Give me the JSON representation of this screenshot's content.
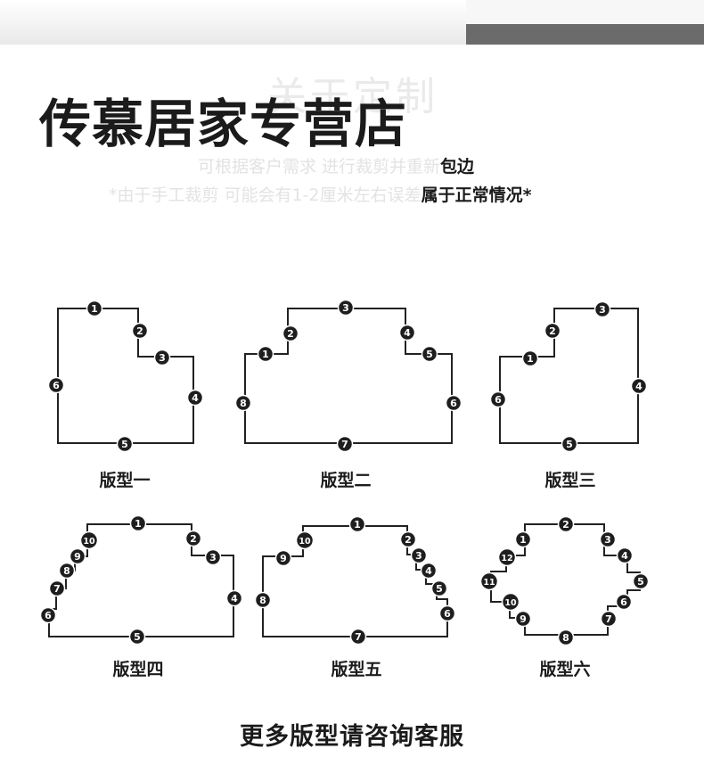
{
  "header": {
    "store_title": "传慕居家专营店",
    "ghost_heading": "关于定制"
  },
  "note": {
    "line1_faint": "可根据客户需求 进行裁剪并重新",
    "line1_dark": "包边",
    "line2_faint": "*由于手工裁剪 可能会有1-2厘米左右误差",
    "line2_dark": "属于正常情况*"
  },
  "shapes": [
    {
      "label": "版型一",
      "markers": [
        "1",
        "2",
        "3",
        "4",
        "5",
        "6"
      ]
    },
    {
      "label": "版型二",
      "markers": [
        "1",
        "2",
        "3",
        "4",
        "5",
        "6",
        "7",
        "8"
      ]
    },
    {
      "label": "版型三",
      "markers": [
        "1",
        "2",
        "3",
        "4",
        "5",
        "6"
      ]
    },
    {
      "label": "版型四",
      "markers": [
        "1",
        "2",
        "3",
        "4",
        "5",
        "6",
        "7",
        "8",
        "9",
        "10"
      ]
    },
    {
      "label": "版型五",
      "markers": [
        "1",
        "2",
        "3",
        "4",
        "5",
        "6",
        "7",
        "8",
        "9",
        "10"
      ]
    },
    {
      "label": "版型六",
      "markers": [
        "1",
        "2",
        "3",
        "4",
        "5",
        "6",
        "7",
        "8",
        "9",
        "10",
        "11",
        "12"
      ]
    }
  ],
  "footer": {
    "text": "更多版型请咨询客服"
  }
}
